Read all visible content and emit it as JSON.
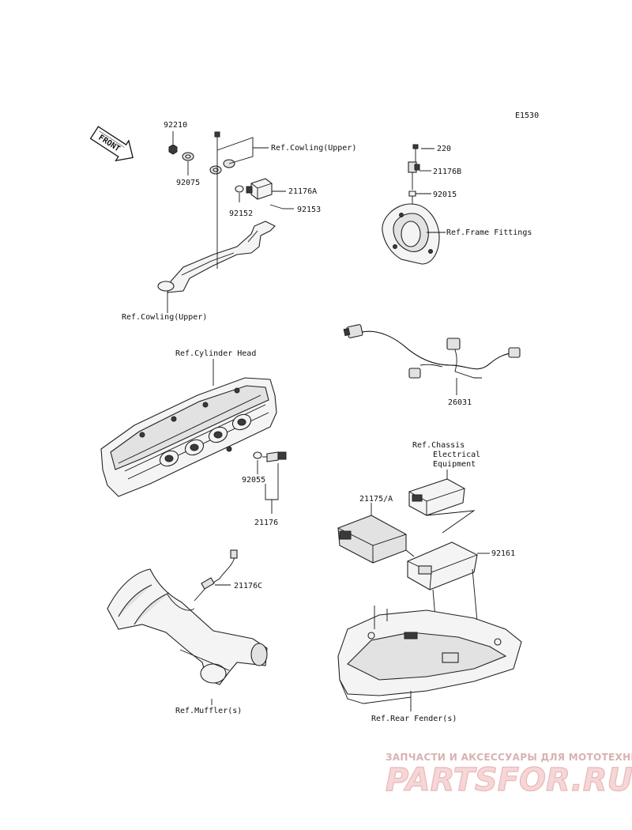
{
  "diagram_code": "E1530",
  "front_label": "FRONT",
  "callouts": {
    "p92210": "92210",
    "p92075": "92075",
    "p92152": "92152",
    "p92153": "92153",
    "p21176A": "21176A",
    "ref_cowling_upper_top": "Ref.Cowling(Upper)",
    "ref_cowling_upper_bottom": "Ref.Cowling(Upper)",
    "p220": "220",
    "p21176B": "21176B",
    "p92015": "92015",
    "ref_frame_fittings": "Ref.Frame Fittings",
    "p26031": "26031",
    "ref_cylinder_head": "Ref.Cylinder Head",
    "p92055": "92055",
    "p21176": "21176",
    "ref_chassis_1": "Ref.Chassis",
    "ref_chassis_2": "Electrical",
    "ref_chassis_3": "Equipment",
    "p21175A": "21175/A",
    "p92161": "92161",
    "p21176C": "21176C",
    "ref_muffler": "Ref.Muffler(s)",
    "ref_rear_fender": "Ref.Rear Fender(s)"
  },
  "watermark": {
    "tagline": "ЗАПЧАСТИ И АКСЕССУАРЫ ДЛЯ МОТОТЕХНИКИ",
    "brand": "PARTSFOR.RU"
  },
  "colors": {
    "line": "#111111",
    "watermark": "#e8b8b8"
  }
}
